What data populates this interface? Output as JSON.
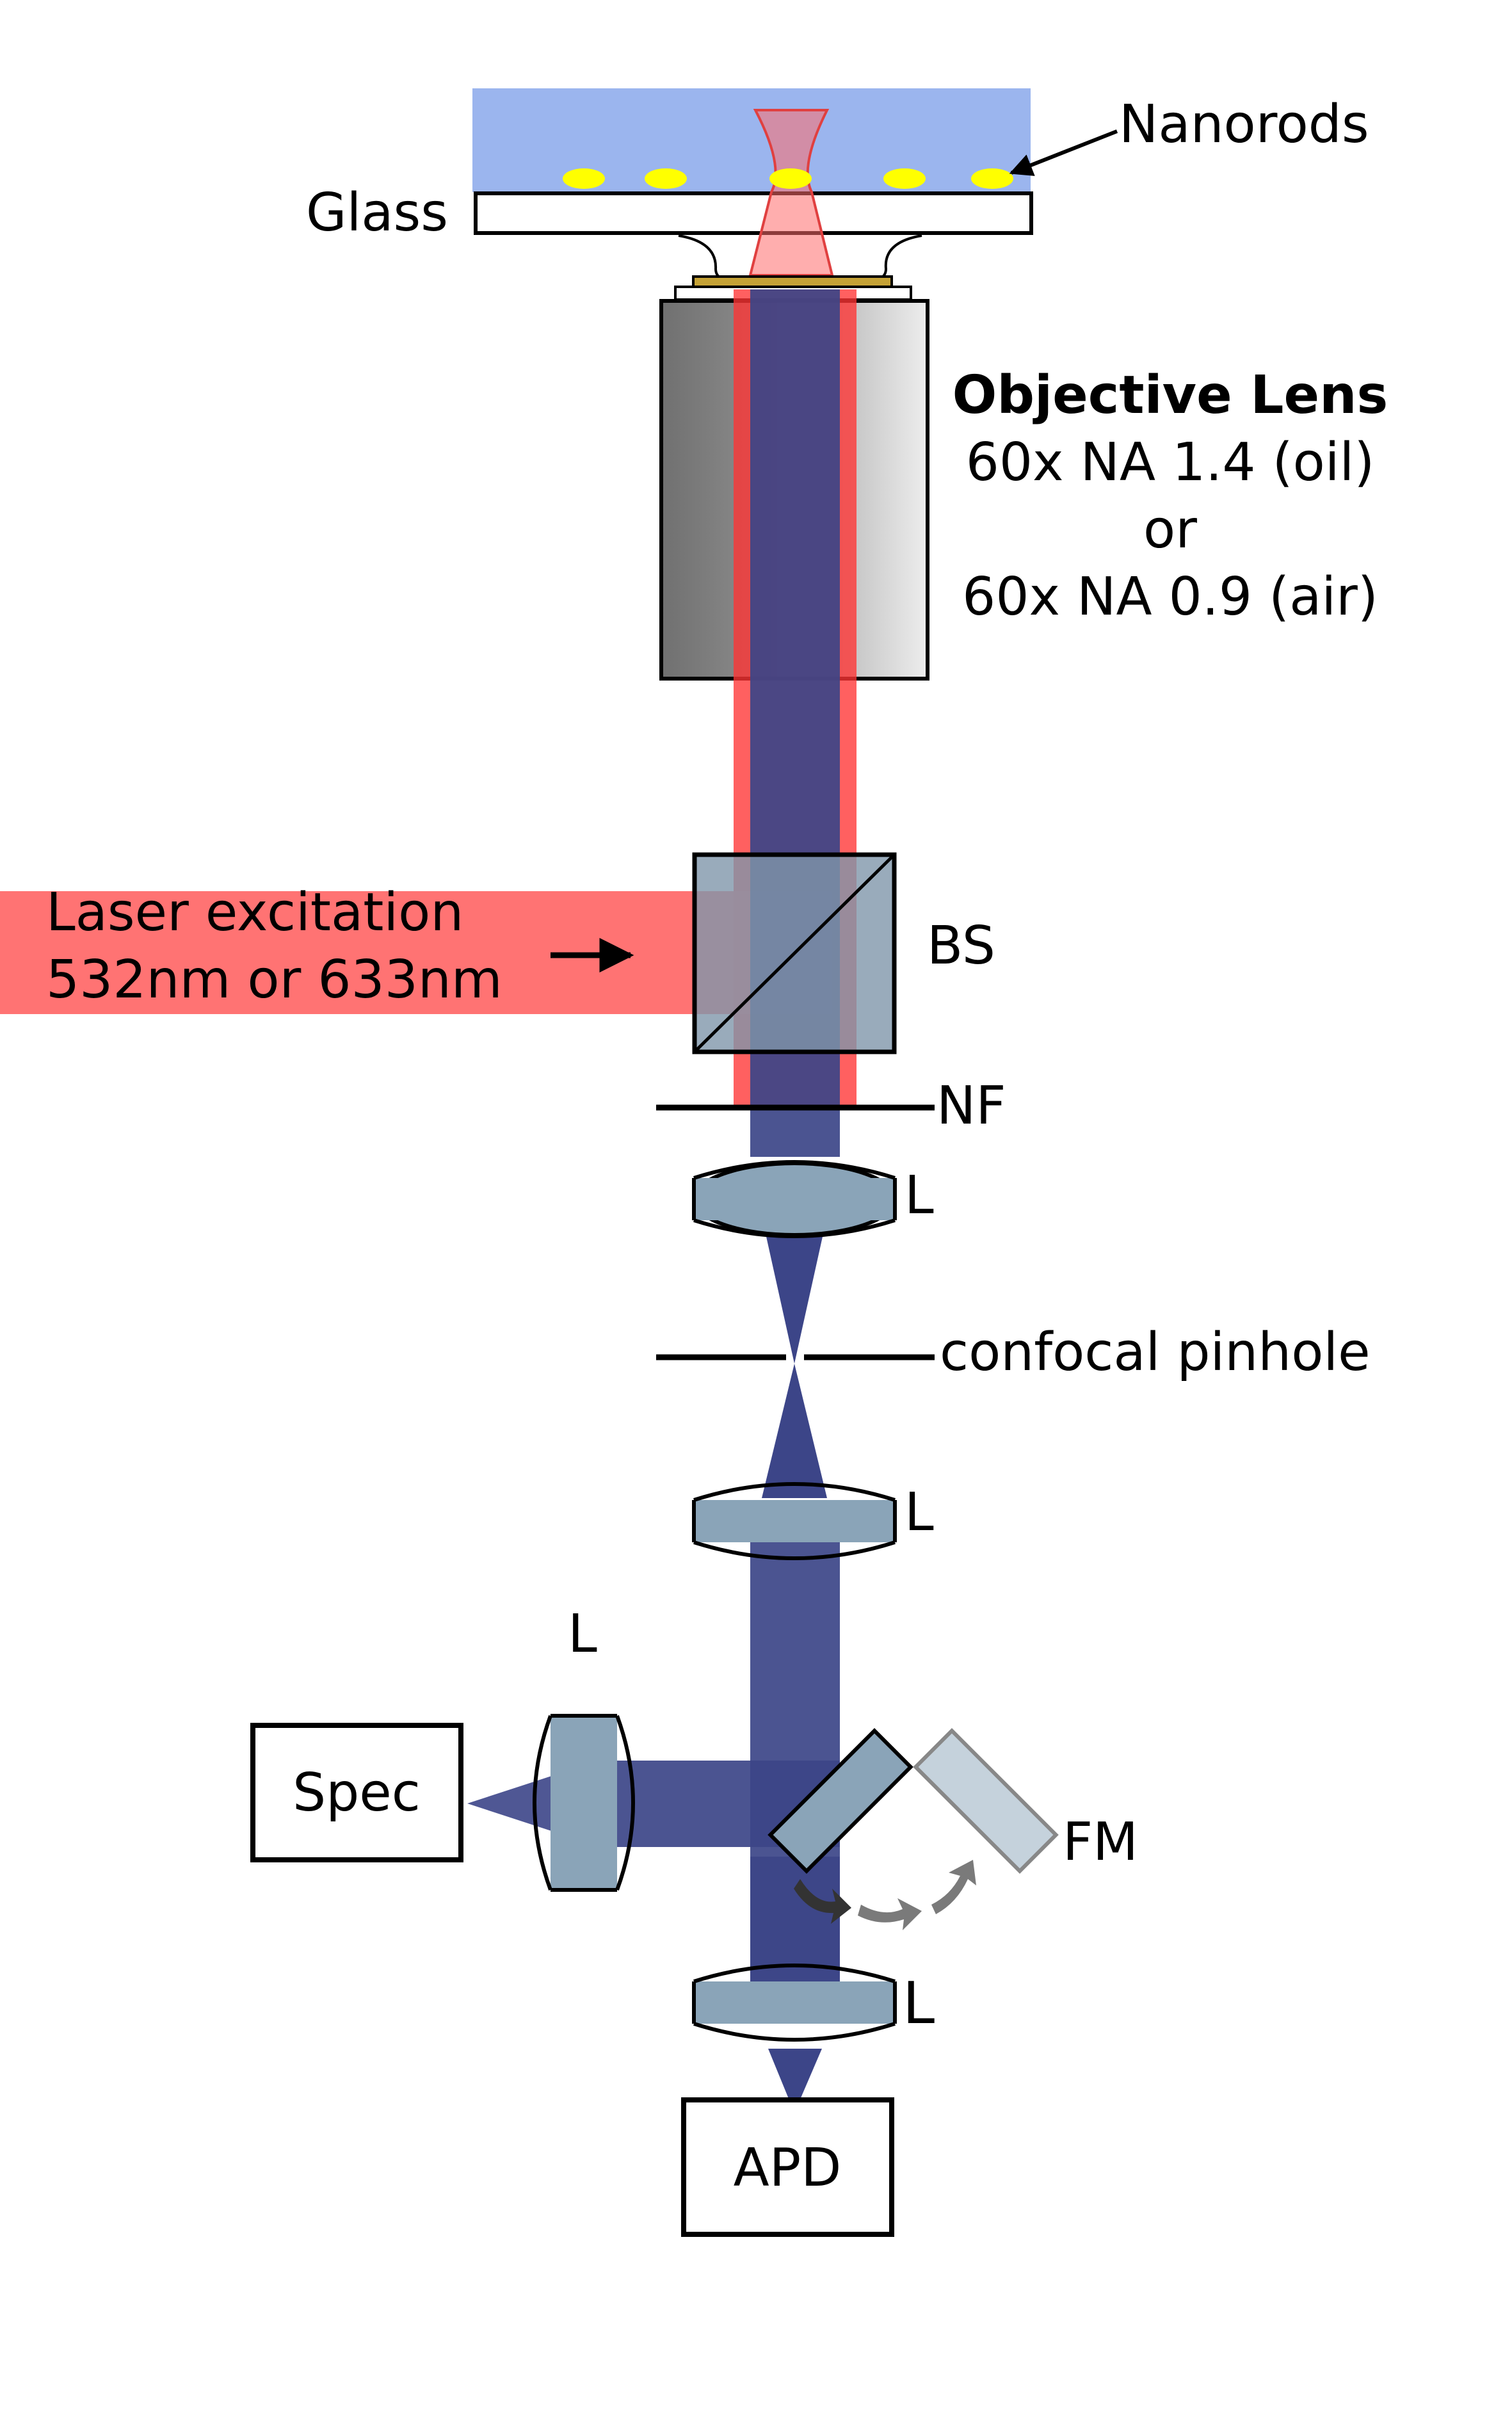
{
  "labels": {
    "nanorods": "Nanorods",
    "glass": "Glass",
    "objective_title": "Objective Lens",
    "objective_line1": "60x NA 1.4 (oil)",
    "objective_line2": "or",
    "objective_line3": "60x NA 0.9 (air)",
    "laser_line1": "Laser excitation",
    "laser_line2": "532nm or 633nm",
    "bs": "BS",
    "nf": "NF",
    "lens": "L",
    "pinhole": "confocal pinhole",
    "spec": "Spec",
    "fm": "FM",
    "apd": "APD"
  },
  "colors": {
    "substrate": "#9bb5ee",
    "nanorod": "#ffff00",
    "laser_red": "#ff3333",
    "laser_beam": "#ff6b6b",
    "signal_blue": "#3c4588",
    "optic_gray_blue": "#8aa4b8",
    "objective_dark": "#777777",
    "objective_light": "#e5e5e5",
    "flip_mirror_ghost": "#c5d2dc"
  }
}
